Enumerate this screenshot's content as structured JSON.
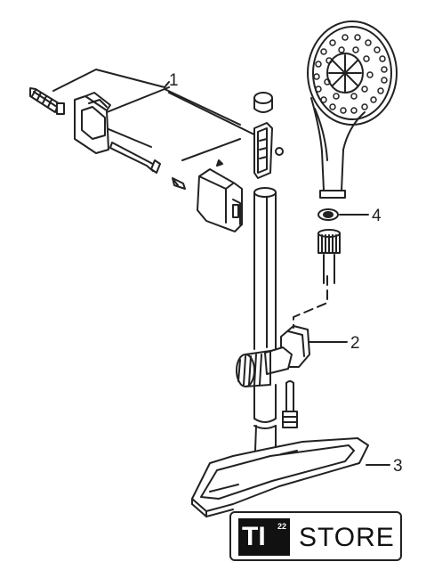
{
  "callouts": [
    {
      "number": "1",
      "part": "wall-bracket-set"
    },
    {
      "number": "2",
      "part": "slider"
    },
    {
      "number": "3",
      "part": "shelf"
    },
    {
      "number": "4",
      "part": "washer"
    }
  ],
  "logo": {
    "mark": "TI",
    "superscript": "22",
    "text": "STORE"
  },
  "colors": {
    "line": "#222222",
    "background": "#ffffff",
    "logo_fill": "#111111"
  }
}
